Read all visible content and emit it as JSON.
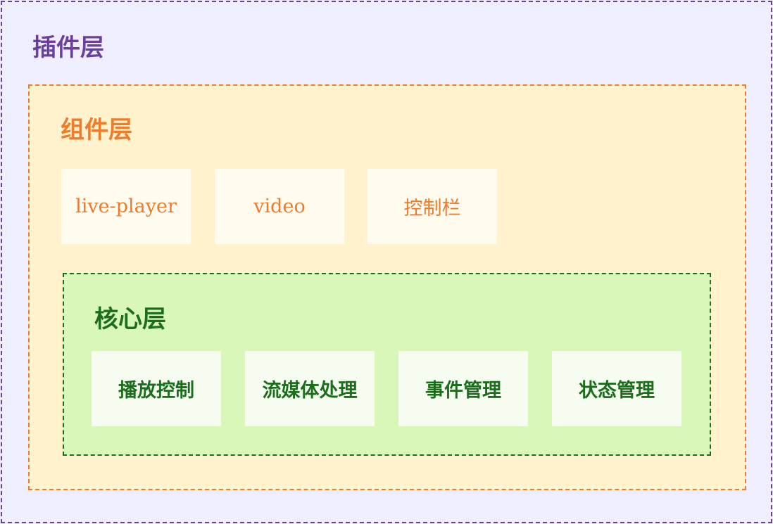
{
  "diagram": {
    "plugin_layer": {
      "title": "插件层",
      "color": "#6b3fa0"
    },
    "component_layer": {
      "title": "组件层",
      "color": "#f07b2a",
      "items": [
        "live-player",
        "video",
        "控制栏"
      ]
    },
    "core_layer": {
      "title": "核心层",
      "color": "#1b6e1b",
      "items": [
        "播放控制",
        "流媒体处理",
        "事件管理",
        "状态管理"
      ]
    }
  }
}
